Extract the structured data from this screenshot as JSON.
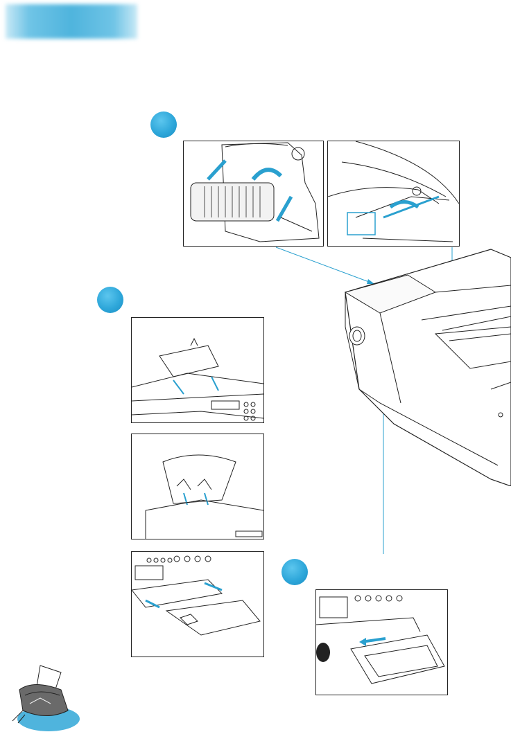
{
  "page": {
    "accent_color": "#2ea7da",
    "header_bar_color": "#4fb4dd",
    "line_color": "#2aa0cf"
  },
  "steps": [
    {
      "name": "step-1",
      "color": "#2ea7da"
    },
    {
      "name": "step-2",
      "color": "#2ea7da"
    },
    {
      "name": "step-3",
      "color": "#2ea7da"
    }
  ],
  "icons": {
    "printer_main": "fax-printer-illustration",
    "corner_icon": "fax-machine-icon"
  }
}
